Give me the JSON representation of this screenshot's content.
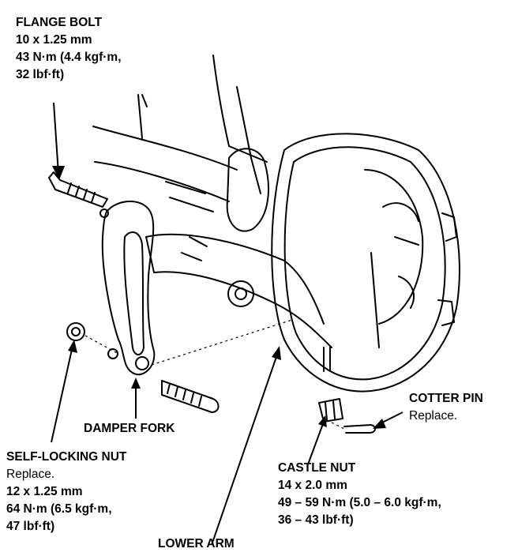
{
  "labels": {
    "flange_bolt": {
      "title": "FLANGE BOLT",
      "spec": "10 x 1.25 mm",
      "torque_1": "43 N·m (4.4 kgf·m,",
      "torque_2": "32 lbf·ft)"
    },
    "cotter_pin": {
      "title": "COTTER PIN",
      "note": "Replace."
    },
    "damper_fork": {
      "title": "DAMPER FORK"
    },
    "self_locking_nut": {
      "title": "SELF-LOCKING NUT",
      "note": "Replace.",
      "spec": "12 x 1.25 mm",
      "torque_1": "64 N·m (6.5 kgf·m,",
      "torque_2": "47 lbf·ft)"
    },
    "castle_nut": {
      "title": "CASTLE NUT",
      "spec": "14 x 2.0 mm",
      "torque_1": "49 – 59 N·m (5.0 – 6.0 kgf·m,",
      "torque_2": "36 – 43 lbf·ft)"
    },
    "lower_arm": {
      "title": "LOWER ARM"
    }
  }
}
